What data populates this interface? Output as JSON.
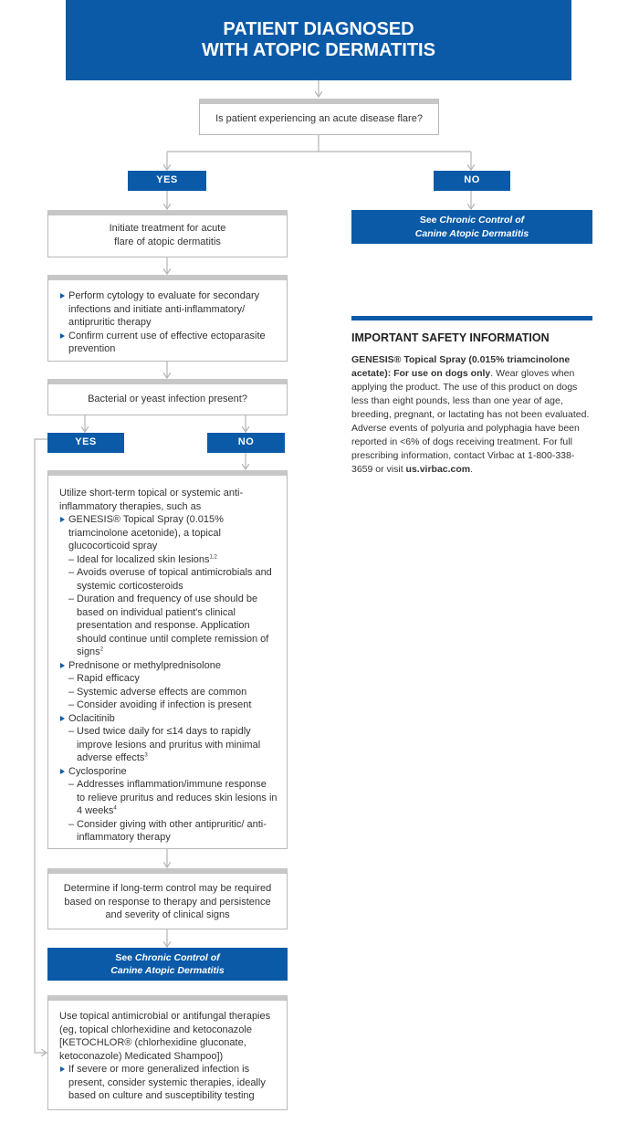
{
  "title": {
    "line1": "PATIENT DIAGNOSED",
    "line2": "WITH ATOPIC DERMATITIS"
  },
  "question1": "Is patient experiencing an acute disease flare?",
  "branch1": {
    "yes": "YES",
    "no": "NO"
  },
  "see_chronic_1": {
    "prefix": "See ",
    "title_line1": "Chronic Control of",
    "title_line2": "Canine Atopic Dermatitis"
  },
  "initiate": {
    "line1": "Initiate treatment for acute",
    "line2": "flare of atopic dermatitis"
  },
  "cytology": {
    "items": [
      "Perform cytology to evaluate for secondary infections and initiate anti-inflammatory/ antipruritic therapy",
      "Confirm current use of effective ectoparasite prevention"
    ]
  },
  "question2": "Bacterial or yeast infection present?",
  "branch2": {
    "yes": "YES",
    "no": "NO"
  },
  "therapies": {
    "intro": "Utilize short-term topical or systemic anti-inflammatory therapies, such as",
    "genesis": {
      "label": "GENESIS® Topical Spray (0.015% triamcinolone acetonide), a topical glucocorticoid spray",
      "d1": "Ideal for localized skin lesions",
      "d1_ref": "1,2",
      "d2": "Avoids overuse of topical antimicrobials and systemic corticosteroids",
      "d3": "Duration and frequency of use should be based on individual patient's clinical presentation and response. Application should continue until complete remission of signs",
      "d3_ref": "2"
    },
    "prednisone": {
      "label": "Prednisone or methylprednisolone",
      "d1": "Rapid efficacy",
      "d2": "Systemic adverse effects are common",
      "d3": "Consider avoiding if infection is present"
    },
    "oclacitinib": {
      "label": "Oclacitinib",
      "d1": "Used twice daily for ≤14 days to rapidly improve lesions and pruritus with minimal adverse effects",
      "d1_ref": "3"
    },
    "cyclosporine": {
      "label": "Cyclosporine",
      "d1": "Addresses inflammation/immune response to relieve pruritus and reduces skin lesions in 4 weeks",
      "d1_ref": "4",
      "d2": "Consider giving with other antipruritic/ anti-inflammatory therapy"
    }
  },
  "determine": "Determine if long-term control may be required based on response to therapy and persistence and severity of clinical signs",
  "see_chronic_2": {
    "prefix": "See ",
    "title_line1": "Chronic Control of",
    "title_line2": "Canine Atopic Dermatitis"
  },
  "antimicrobial": {
    "intro": "Use topical antimicrobial or antifungal therapies (eg, topical chlorhexidine and ketoconazole [KETOCHLOR® (chlorhexidine gluconate, ketoconazole) Medicated Shampoo])",
    "item": "If severe or more generalized infection is present, consider systemic therapies, ideally based on culture and susceptibility testing"
  },
  "safety": {
    "heading": "IMPORTANT SAFETY INFORMATION",
    "bold_intro": "GENESIS® Topical Spray (0.015% triamcinolone acetate): For use on dogs only",
    "body": ". Wear gloves when applying the product. The use of this product on dogs less than eight pounds, less than one year of age, breeding, pregnant, or lactating has not been evaluated. Adverse events of polyuria and polyphagia have been reported in <6% of dogs receiving treatment. For full prescribing information, contact Virbac at 1-800-338-3659 or visit ",
    "url": "us.virbac.com",
    "end": "."
  },
  "colors": {
    "brand_blue": "#0a5aa8",
    "box_top": "#c7c7c7",
    "connector": "#b5b5b5"
  }
}
